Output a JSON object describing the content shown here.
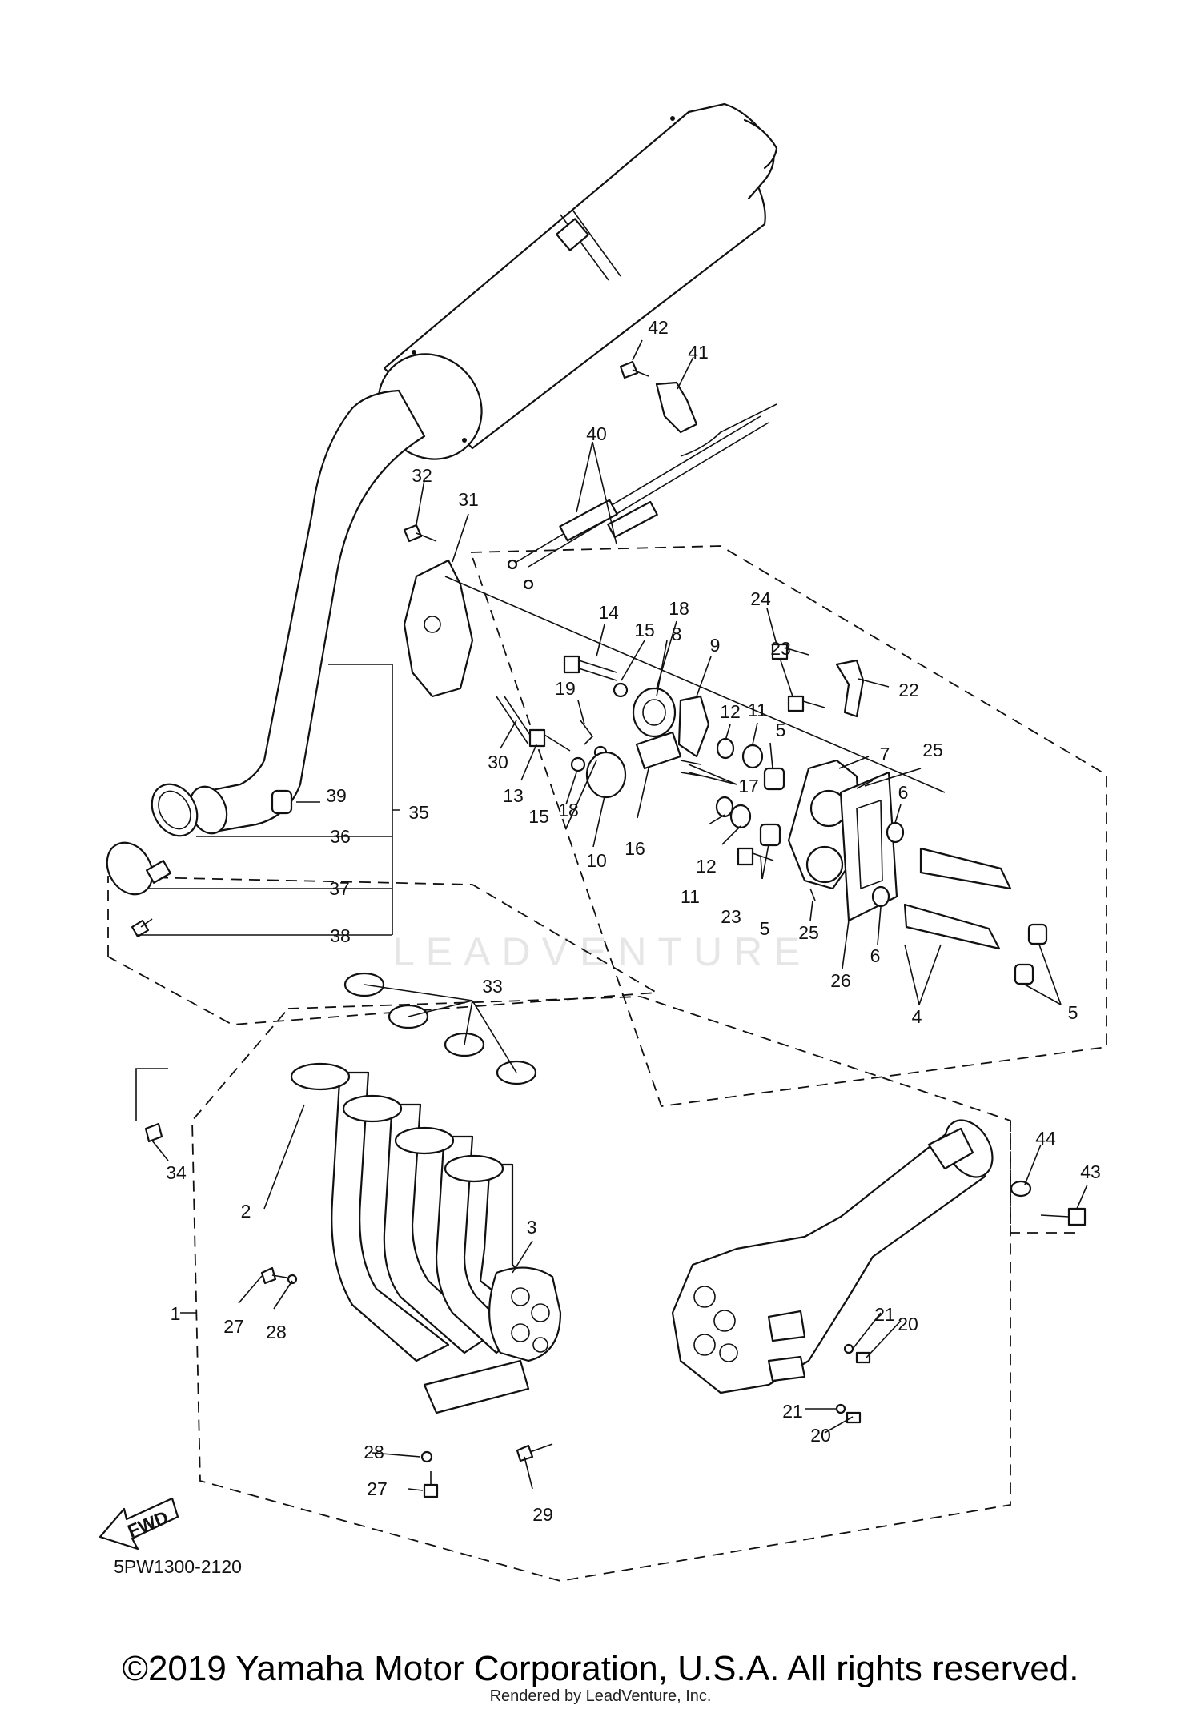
{
  "diagram": {
    "code": "5PW1300-2120",
    "fwd_label": "FWD",
    "watermark": "LEADVENTURE",
    "callouts": [
      {
        "id": "c42",
        "text": "42"
      },
      {
        "id": "c41",
        "text": "41"
      },
      {
        "id": "c40",
        "text": "40"
      },
      {
        "id": "c32",
        "text": "32"
      },
      {
        "id": "c31",
        "text": "31"
      },
      {
        "id": "c14",
        "text": "14"
      },
      {
        "id": "c18a",
        "text": "18"
      },
      {
        "id": "c15a",
        "text": "15"
      },
      {
        "id": "c8",
        "text": "8"
      },
      {
        "id": "c9",
        "text": "9"
      },
      {
        "id": "c24",
        "text": "24"
      },
      {
        "id": "c23a",
        "text": "23"
      },
      {
        "id": "c22",
        "text": "22"
      },
      {
        "id": "c19",
        "text": "19"
      },
      {
        "id": "c12a",
        "text": "12"
      },
      {
        "id": "c11a",
        "text": "11"
      },
      {
        "id": "c5a",
        "text": "5"
      },
      {
        "id": "c7",
        "text": "7"
      },
      {
        "id": "c25a",
        "text": "25"
      },
      {
        "id": "c30",
        "text": "30"
      },
      {
        "id": "c13",
        "text": "13"
      },
      {
        "id": "c17",
        "text": "17"
      },
      {
        "id": "c6a",
        "text": "6"
      },
      {
        "id": "c15b",
        "text": "15"
      },
      {
        "id": "c18b",
        "text": "18"
      },
      {
        "id": "c10",
        "text": "10"
      },
      {
        "id": "c16",
        "text": "16"
      },
      {
        "id": "c12b",
        "text": "12"
      },
      {
        "id": "c11b",
        "text": "11"
      },
      {
        "id": "c23b",
        "text": "23"
      },
      {
        "id": "c5b",
        "text": "5"
      },
      {
        "id": "c25b",
        "text": "25"
      },
      {
        "id": "c6b",
        "text": "6"
      },
      {
        "id": "c26",
        "text": "26"
      },
      {
        "id": "c4",
        "text": "4"
      },
      {
        "id": "c5c",
        "text": "5"
      },
      {
        "id": "c39",
        "text": "39"
      },
      {
        "id": "c35",
        "text": "35"
      },
      {
        "id": "c36",
        "text": "36"
      },
      {
        "id": "c37",
        "text": "37"
      },
      {
        "id": "c38",
        "text": "38"
      },
      {
        "id": "c33",
        "text": "33"
      },
      {
        "id": "c34",
        "text": "34"
      },
      {
        "id": "c2",
        "text": "2"
      },
      {
        "id": "c3",
        "text": "3"
      },
      {
        "id": "c1",
        "text": "1"
      },
      {
        "id": "c27a",
        "text": "27"
      },
      {
        "id": "c28a",
        "text": "28"
      },
      {
        "id": "c44",
        "text": "44"
      },
      {
        "id": "c43",
        "text": "43"
      },
      {
        "id": "c21a",
        "text": "21"
      },
      {
        "id": "c20a",
        "text": "20"
      },
      {
        "id": "c21b",
        "text": "21"
      },
      {
        "id": "c20b",
        "text": "20"
      },
      {
        "id": "c28b",
        "text": "28"
      },
      {
        "id": "c27b",
        "text": "27"
      },
      {
        "id": "c29",
        "text": "29"
      }
    ]
  },
  "footer": {
    "copyright": "©2019 Yamaha Motor Corporation, U.S.A. All rights reserved.",
    "rendered_by": "Rendered by LeadVenture, Inc."
  }
}
